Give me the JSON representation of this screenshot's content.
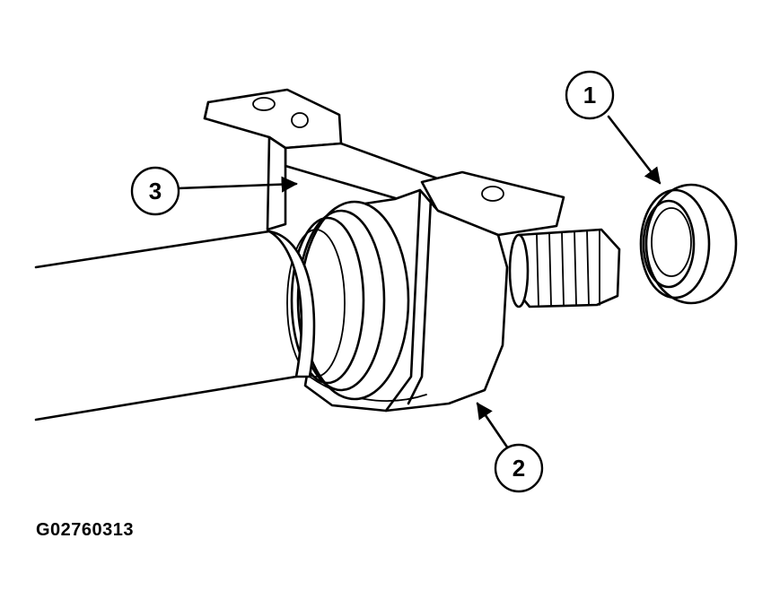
{
  "callouts": [
    {
      "id": "1",
      "label": "1"
    },
    {
      "id": "2",
      "label": "2"
    },
    {
      "id": "3",
      "label": "3"
    }
  ],
  "figure_id": "G02760313"
}
